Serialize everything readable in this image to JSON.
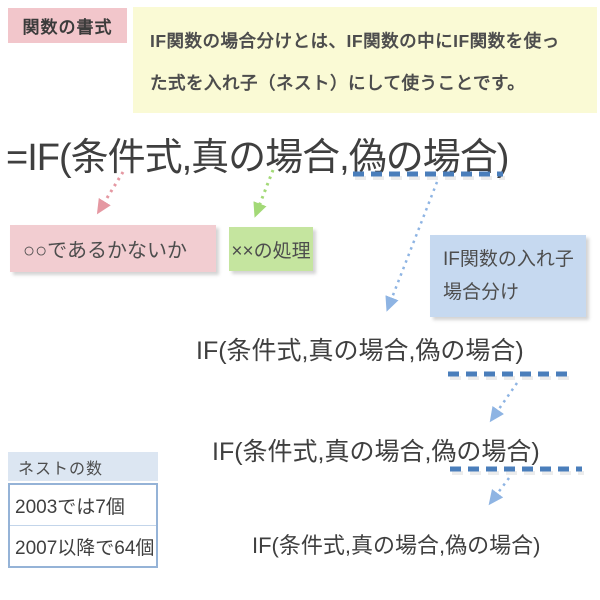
{
  "page": {
    "background": "#ffffff"
  },
  "colors": {
    "pink_label_bg": "#f2c6cb",
    "yellow_note_bg": "#fafad5",
    "pink_box_bg": "#f2cdd1",
    "green_box_bg": "#c5e59f",
    "blue_box_bg": "#c6d9f0",
    "table_header_bg": "#dce6f2",
    "table_border": "#95b3d7",
    "dashed_underline_blue": "#4a7ebb",
    "arrow_pink": "#e598a2",
    "arrow_green": "#a3d977",
    "arrow_blue": "#8eb4e3",
    "text_dark": "#3f3f3f"
  },
  "header": {
    "label": "関数の書式",
    "note_lines": [
      "IF関数の場合分けとは、IF関数の中にIF関数を使っ",
      "た式を入れ子（ネスト）にして使うことです。"
    ]
  },
  "formulas": {
    "main": "=IF(条件式,真の場合,偽の場合)",
    "nested": "IF(条件式,真の場合,偽の場合)"
  },
  "callouts": {
    "condition": "○○であるかないか",
    "true_process": "××の処理",
    "nest_label_lines": [
      "IF関数の入れ子",
      "場合分け"
    ]
  },
  "nest_table": {
    "header": "ネストの数",
    "rows": [
      "2003では7個",
      "2007以降で64個"
    ]
  }
}
